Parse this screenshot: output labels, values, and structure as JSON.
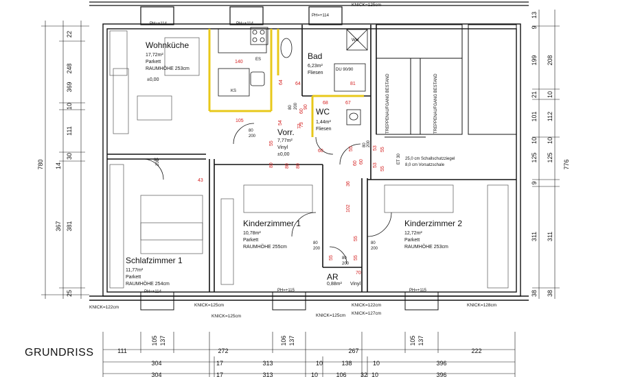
{
  "title": "GRUNDRISS",
  "rooms": {
    "wohnkueche": {
      "name": "Wohnküche",
      "area": "17,72m²",
      "floor": "Parkett",
      "height": "RAUMHÖHE 253cm",
      "level": "±0,00"
    },
    "bad": {
      "name": "Bad",
      "area": "6,23m²",
      "floor": "Fliesen"
    },
    "wc": {
      "name": "WC",
      "area": "1,44m²",
      "floor": "Fliesen"
    },
    "vorr": {
      "name": "Vorr.",
      "area": "7,77m²",
      "floor": "Vinyl",
      "level": "±0,00"
    },
    "schlaf": {
      "name": "Schlafzimmer 1",
      "area": "11,77m²",
      "floor": "Parkett",
      "height": "RAUMHÖHE 254cm"
    },
    "kinder1": {
      "name": "Kinderzimmer 1",
      "area": "10,78m²",
      "floor": "Parkett",
      "height": "RAUMHÖHE 255cm"
    },
    "kinder2": {
      "name": "Kinderzimmer 2",
      "area": "12,72m²",
      "floor": "Parkett",
      "height": "RAUMHÖHE 253cm"
    },
    "ar": {
      "name": "AR",
      "area": "0,88m²",
      "floor": "Vinyl"
    }
  },
  "labels": {
    "treppe": "TREPPENAUFGANG BESTAND",
    "schallschutz1": "25,0 cm Schallschutzziegel",
    "schallschutz2": "8,0 cm Vorsatzschale",
    "et30": "ET 30",
    "du": "DU 90/90",
    "wm": "WM",
    "ks": "KS",
    "es": "ES",
    "ph114": "PH=+114",
    "ph115": "PH=+115",
    "knick122": "KNICK=122cm",
    "knick125": "KNICK=125cm",
    "knick127": "KNICK=127cm",
    "knick128": "KNICK=128cm"
  },
  "dims_left_outer": [
    "780"
  ],
  "dims_left_inner": [
    "22",
    "248",
    "369",
    "10",
    "111",
    "30",
    "14",
    "367",
    "381",
    "25"
  ],
  "dims_right_inner": [
    "13",
    "9",
    "199",
    "21",
    "101",
    "10",
    "125",
    "9",
    "311",
    "38"
  ],
  "dims_right_outer": [
    "208",
    "10",
    "112",
    "776",
    "125",
    "10",
    "311",
    "38"
  ],
  "dims_bottom_row1": [
    "111",
    "105",
    "137",
    "272",
    "106",
    "137",
    "267",
    "105",
    "137",
    "222"
  ],
  "dims_bottom_row2": [
    "304",
    "17",
    "313",
    "10",
    "138",
    "10",
    "396"
  ],
  "dims_bottom_row3": [
    "304",
    "17",
    "313",
    "10",
    "106",
    "32",
    "10",
    "396"
  ],
  "red_dims": [
    "140",
    "64",
    "64",
    "90",
    "60",
    "68",
    "67",
    "81",
    "73",
    "105",
    "54",
    "55",
    "80",
    "60",
    "80",
    "43",
    "80",
    "55",
    "60",
    "55",
    "102",
    "55",
    "53",
    "53",
    "55",
    "60",
    "55",
    "36",
    "55",
    "70",
    "73"
  ],
  "door_labels": [
    "80",
    "200",
    "80",
    "200",
    "80",
    "200",
    "80",
    "200",
    "80",
    "200",
    "80",
    "200",
    "80",
    "200"
  ]
}
